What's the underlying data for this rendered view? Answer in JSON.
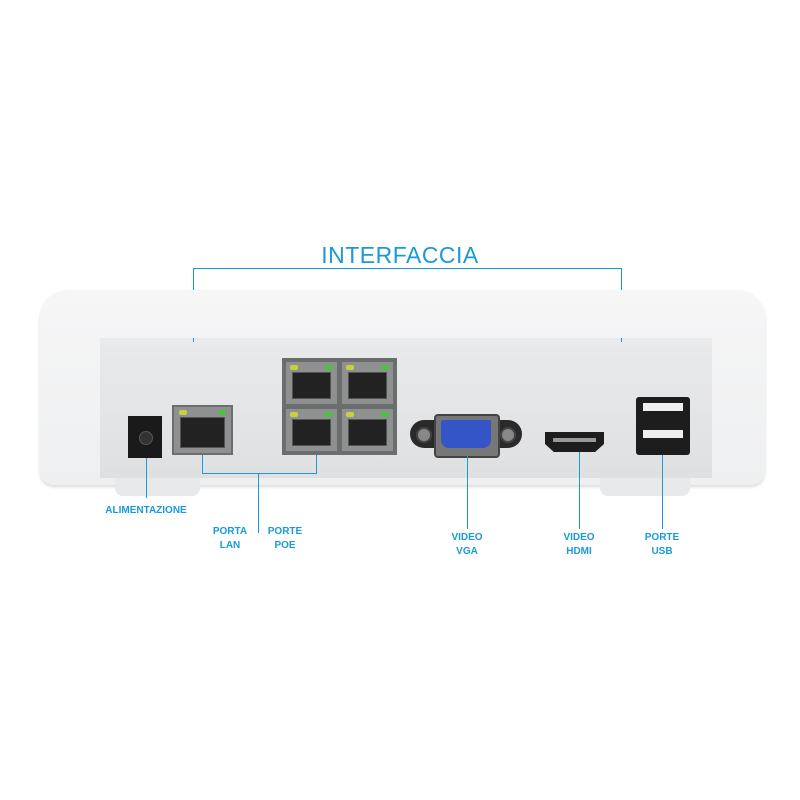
{
  "title": "INTERFACCIA",
  "labels": {
    "power": "ALIMENTAZIONE",
    "lan": [
      "PORTA",
      "LAN"
    ],
    "poe": [
      "PORTE",
      "POE"
    ],
    "vga": [
      "VIDEO",
      "VGA"
    ],
    "hdmi": [
      "VIDEO",
      "HDMI"
    ],
    "usb": [
      "PORTE",
      "USB"
    ]
  },
  "colors": {
    "accent": "#1a9ad6",
    "vga_blue": "#3355c8",
    "led_yellow": "#c8d040",
    "led_green": "#4cc040"
  }
}
